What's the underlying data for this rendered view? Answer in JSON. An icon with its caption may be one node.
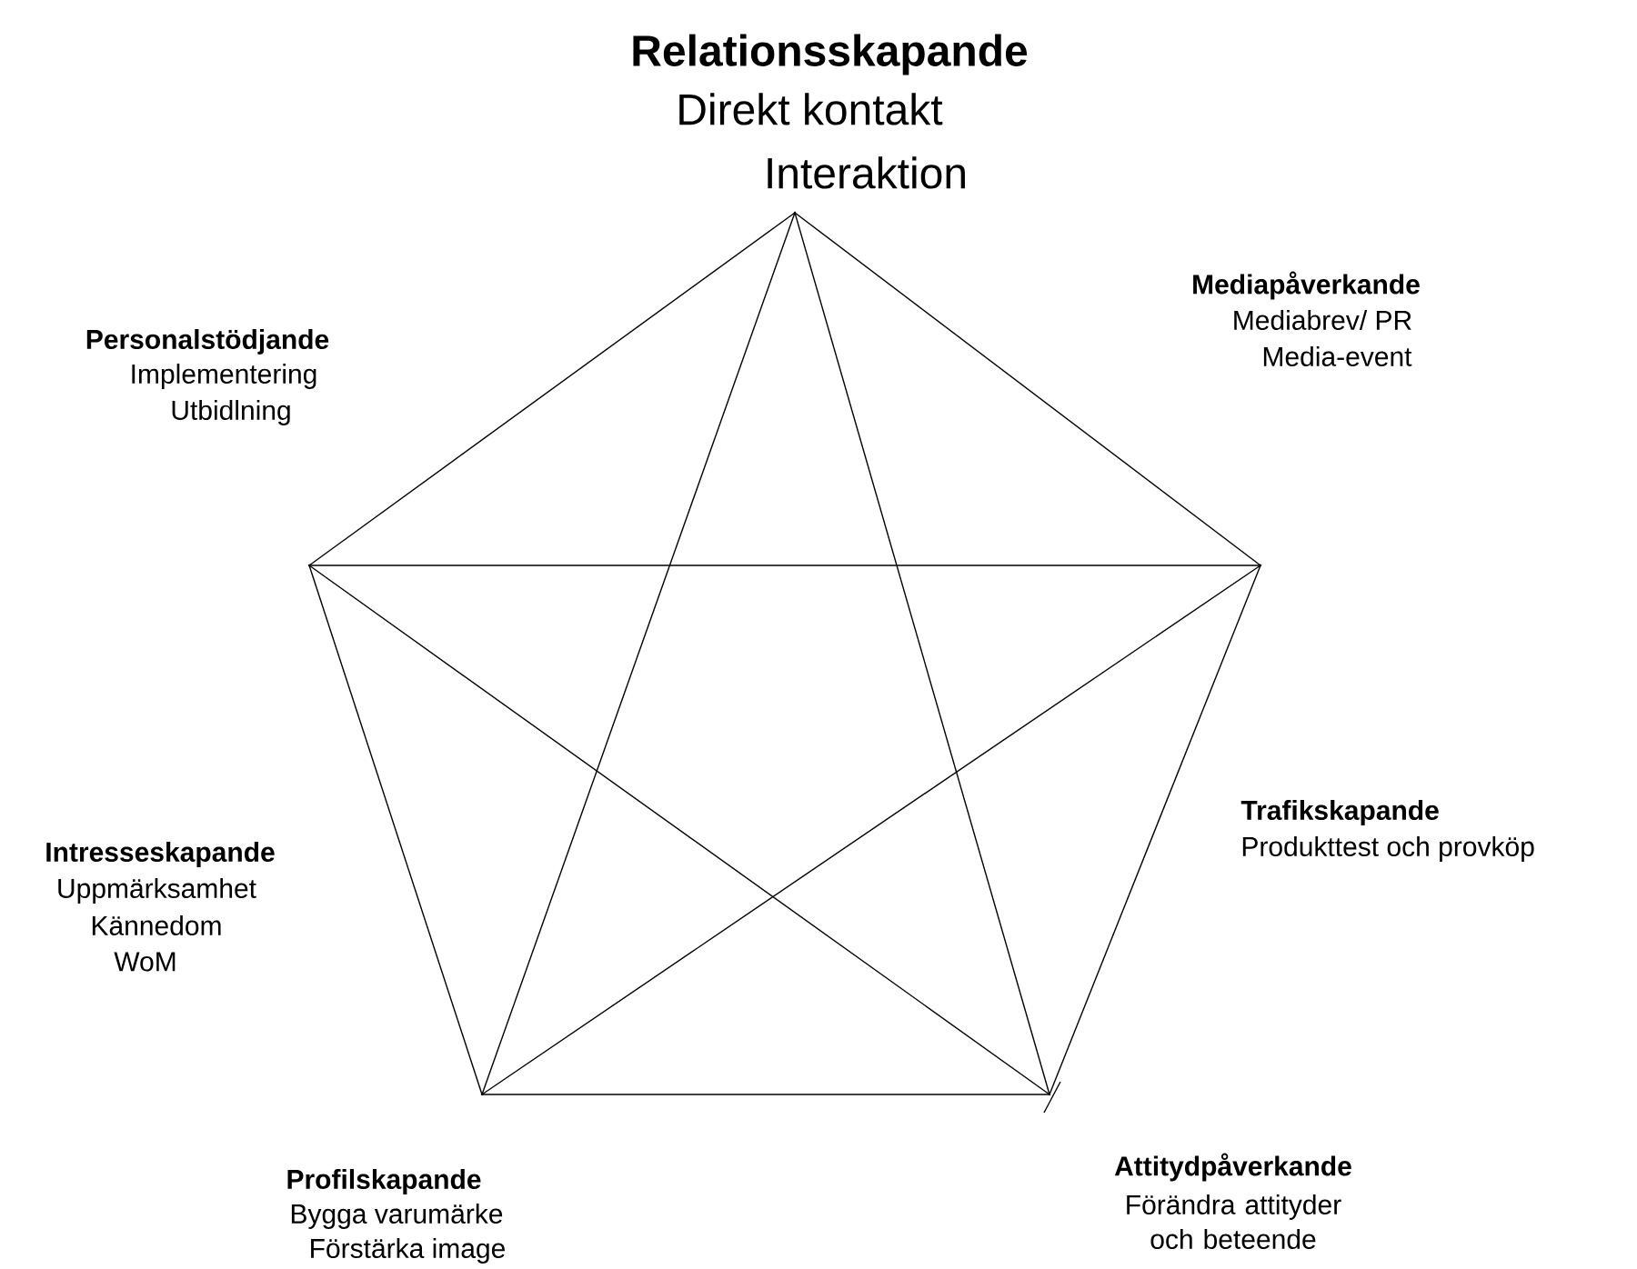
{
  "diagram": {
    "nodes": [
      {
        "text": [],
        "shape": "point"
      },
      {
        "text": [],
        "shape": "point"
      },
      {
        "text": [],
        "shape": "point"
      },
      {
        "text": [],
        "shape": "point"
      },
      {
        "text": [],
        "shape": "point"
      }
    ],
    "edges": [
      {
        "from": 0,
        "to": 1,
        "arrow": "none"
      },
      {
        "from": 0,
        "to": 2,
        "arrow": "none"
      },
      {
        "from": 0,
        "to": 3,
        "arrow": "none"
      },
      {
        "from": 0,
        "to": 4,
        "arrow": "none"
      },
      {
        "from": 1,
        "to": 2,
        "arrow": "none"
      },
      {
        "from": 1,
        "to": 3,
        "arrow": "none"
      },
      {
        "from": 1,
        "to": 4,
        "arrow": "none"
      },
      {
        "from": 2,
        "to": 3,
        "arrow": "none"
      },
      {
        "from": 2,
        "to": 4,
        "arrow": "none"
      },
      {
        "from": 3,
        "to": 4,
        "arrow": "none"
      }
    ],
    "labels": [
      "Relationsskapande",
      "Direkt kontakt",
      "Interaktion",
      "Mediapåverkande",
      "Mediabrev/ PR",
      "Media-event",
      "Personalstödjande",
      "Implementering",
      "Utbidlning",
      "Trafikskapande",
      "Produkttest och provköp",
      "Intresseskapande",
      "Uppmärksamhet",
      "Kännedom",
      "WoM",
      "Profilskapande",
      "Bygga varumärke",
      "Förstärka image",
      "Attitydpåverkande",
      "Förändra attityder och beteende"
    ]
  }
}
